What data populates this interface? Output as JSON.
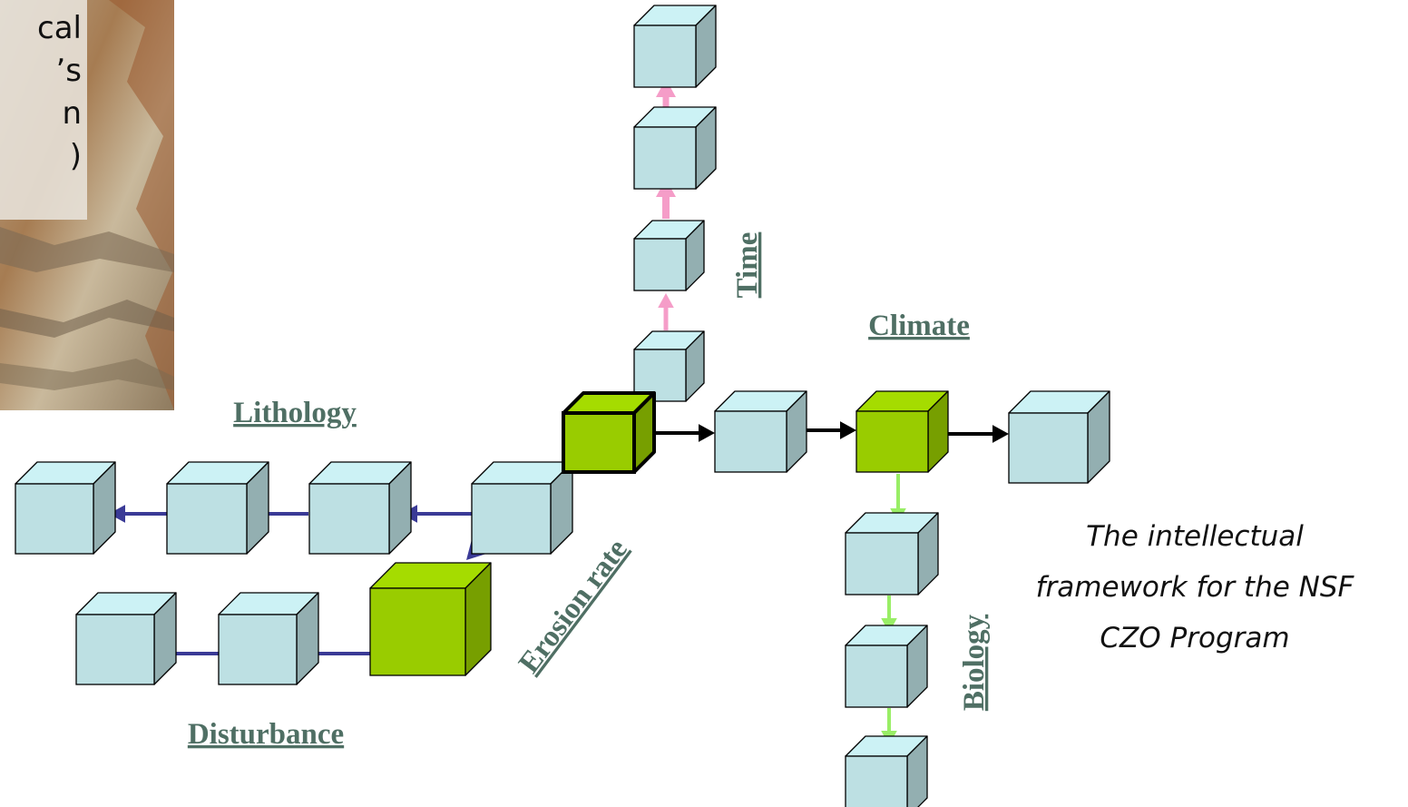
{
  "photo_text_fragments": [
    "cal",
    "’s",
    "n",
    ")"
  ],
  "axis_labels": {
    "time": "Time",
    "climate": "Climate",
    "lithology": "Lithology",
    "erosion_rate": "Erosion rate",
    "disturbance": "Disturbance",
    "biology": "Biology"
  },
  "caption_lines": [
    "The intellectual",
    "framework for the NSF",
    "CZO Program"
  ],
  "colors": {
    "cube_blue": "#bde0e3",
    "cube_green": "#99cc00",
    "arrow_time": "#f59dc8",
    "arrow_climate": "#000000",
    "arrow_lithology": "#3a3a96",
    "arrow_biology": "#99ee66",
    "label_color": "#4f6f64"
  }
}
